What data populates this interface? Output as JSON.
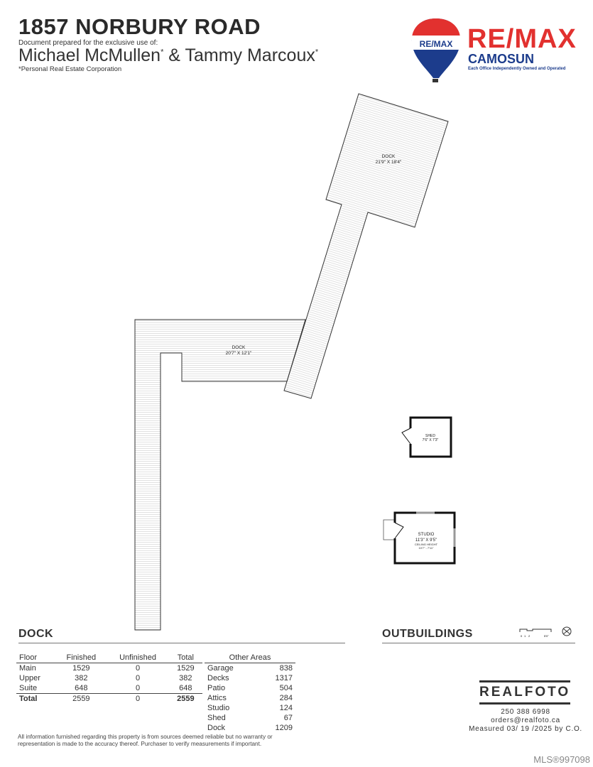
{
  "header": {
    "address": "1857 NORBURY ROAD",
    "prepared_for": "Document prepared for the exclusive use of:",
    "agents": [
      "Michael McMullen",
      "Tammy Marcoux"
    ],
    "agent_mark": "*",
    "connector": "&",
    "corporation": "*Personal Real Estate Corporation"
  },
  "brand": {
    "balloon_text": "RE/MAX",
    "wordmark": "RE/MAX",
    "office": "CAMOSUN",
    "tagline": "Each Office Independently Owned and Operated",
    "red": "#e2312f",
    "blue": "#1c3c8c"
  },
  "plan": {
    "rooms": [
      {
        "name": "DOCK",
        "dims": "21'9\" X 18'4\""
      },
      {
        "name": "DOCK",
        "dims": "20'7\" X 12'1\""
      },
      {
        "name": "SHED",
        "dims": "7'6\" X 7'3\""
      },
      {
        "name": "STUDIO",
        "dims": "11'3\" X 9'5\"",
        "note": "CEILING HEIGHT",
        "note2": "10'7\" - 7'11\""
      }
    ],
    "scale_labels": [
      "0",
      "1",
      "2",
      "5'0\""
    ]
  },
  "sections": {
    "left": "DOCK",
    "right": "OUTBUILDINGS"
  },
  "floors": {
    "headers": [
      "Floor",
      "Finished",
      "Unfinished",
      "Total"
    ],
    "rows": [
      [
        "Main",
        "1529",
        "0",
        "1529"
      ],
      [
        "Upper",
        "382",
        "0",
        "382"
      ],
      [
        "Suite",
        "648",
        "0",
        "648"
      ]
    ],
    "total": [
      "Total",
      "2559",
      "0",
      "2559"
    ]
  },
  "other": {
    "header": "Other Areas",
    "rows": [
      [
        "Garage",
        "838"
      ],
      [
        "Decks",
        "1317"
      ],
      [
        "Patio",
        "504"
      ],
      [
        "Attics",
        "284"
      ],
      [
        "Studio",
        "124"
      ],
      [
        "Shed",
        "67"
      ],
      [
        "Dock",
        "1209"
      ]
    ]
  },
  "disclaimer": "All information furnished regarding this property is from sources deemed reliable but no warranty or representation is made to the accuracy thereof. Purchaser to verify measurements if important.",
  "realfoto": {
    "name": "REALFOTO",
    "phone": "250 388 6998",
    "email": "orders@realfoto.ca",
    "measured": "Measured 03/ 19 /2025 by C.O."
  },
  "mls": "MLS®997098"
}
